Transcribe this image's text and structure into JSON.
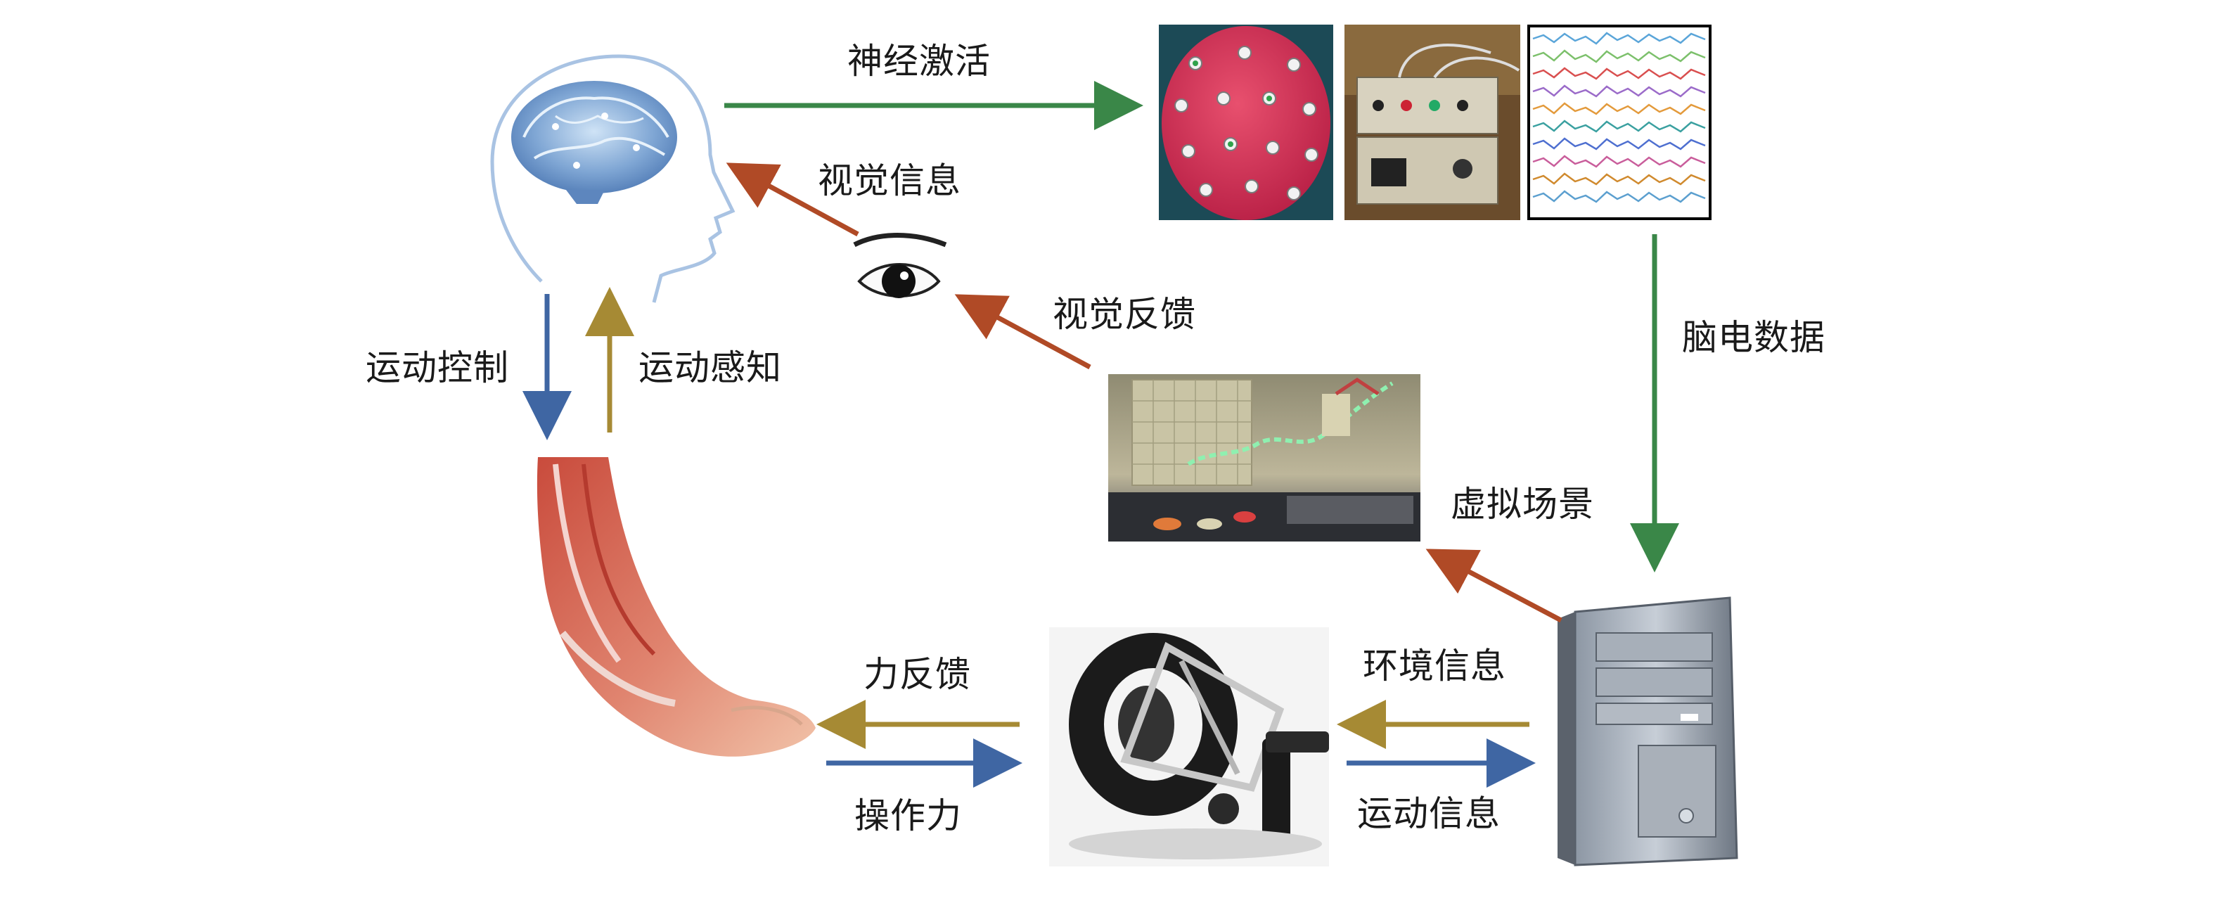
{
  "labels": {
    "neural_activation": "神经激活",
    "visual_info": "视觉信息",
    "visual_feedback": "视觉反馈",
    "eeg_data": "脑电数据",
    "virtual_scene": "虚拟场景",
    "motion_control": "运动控制",
    "motion_perception": "运动感知",
    "force_feedback": "力反馈",
    "operating_force": "操作力",
    "environment_info": "环境信息",
    "motion_info": "运动信息"
  },
  "colors": {
    "green_arrow": "#3a8748",
    "red_arrow": "#b04a26",
    "blue_arrow": "#3f66a3",
    "gold_arrow": "#a68a34"
  },
  "icons": [
    "head-brain-icon",
    "eeg-cap-image",
    "eeg-amplifier-image",
    "eeg-signal-plot",
    "eye-icon",
    "virtual-scene-image",
    "arm-muscle-image",
    "haptic-device-image",
    "computer-tower-image"
  ]
}
